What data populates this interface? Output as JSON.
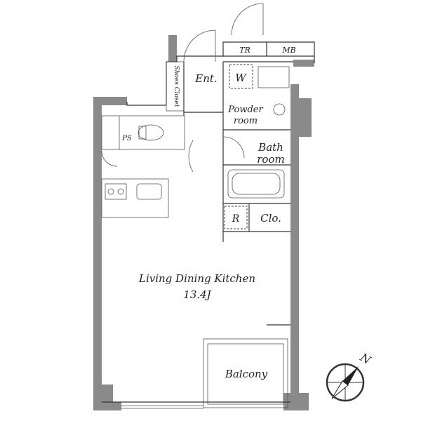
{
  "rooms": {
    "tr": "TR",
    "mb": "MB",
    "ent": "Ent.",
    "w": "W",
    "shoes_closet": "Shoes Closet",
    "powder_room_1": "Powder",
    "powder_room_2": "room",
    "ps": "PS",
    "bath_room_1": "Bath",
    "bath_room_2": "room",
    "r": "R",
    "clo": "Clo.",
    "ldk_name": "Living Dining Kitchen",
    "ldk_size": "13.4J",
    "balcony": "Balcony"
  },
  "compass": {
    "north_label": "N",
    "icon": "compass-icon"
  },
  "colors": {
    "wall": "#8a8a8a",
    "line": "#333333",
    "background": "#ffffff"
  }
}
